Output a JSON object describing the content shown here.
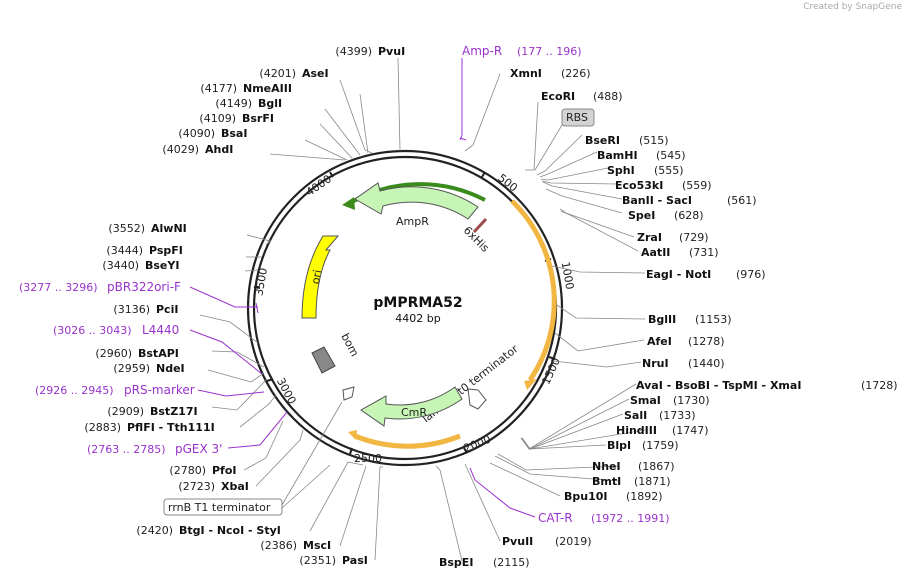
{
  "credit": "Created by SnapGene",
  "plasmid": {
    "name": "pMPRMA52",
    "length": "4402 bp"
  },
  "ticks": [
    "500",
    "1000",
    "1500",
    "2000",
    "2500",
    "3000",
    "3500",
    "4000"
  ],
  "features": {
    "amp": "AmpR",
    "his": "6xHis",
    "ori": "ori",
    "bom": "bom",
    "lambda": "lambda t0 terminator",
    "cmr": "CmR"
  },
  "colors": {
    "amp_arrow": "#c6f5b6",
    "orf": "#f2b742",
    "ori": "#ffff00",
    "bom": "#888888",
    "primer": "#9933cc"
  },
  "left_sites": [
    {
      "pos": "(4399)",
      "name": "PvuI"
    },
    {
      "pos": "(4201)",
      "name": "AseI"
    },
    {
      "pos": "(4177)",
      "name": "NmeAIII"
    },
    {
      "pos": "(4149)",
      "name": "BglI"
    },
    {
      "pos": "(4109)",
      "name": "BsrFI"
    },
    {
      "pos": "(4090)",
      "name": "BsaI"
    },
    {
      "pos": "(4029)",
      "name": "AhdI"
    },
    {
      "pos": "(3552)",
      "name": "AlwNI"
    },
    {
      "pos": "(3444)",
      "name": "PspFI"
    },
    {
      "pos": "(3440)",
      "name": "BseYI"
    },
    {
      "pos": "(3136)",
      "name": "PciI"
    },
    {
      "pos": "(2960)",
      "name": "BstAPI"
    },
    {
      "pos": "(2959)",
      "name": "NdeI"
    },
    {
      "pos": "(2909)",
      "name": "BstZ17I"
    },
    {
      "pos": "(2883)",
      "name": "PflFI - Tth111I"
    },
    {
      "pos": "(2780)",
      "name": "PfoI"
    },
    {
      "pos": "(2723)",
      "name": "XbaI"
    },
    {
      "pos": "(2420)",
      "name": "BtgI - NcoI - StyI"
    },
    {
      "pos": "(2386)",
      "name": "MscI"
    },
    {
      "pos": "(2351)",
      "name": "PasI"
    }
  ],
  "right_sites": [
    {
      "name": "XmnI",
      "pos": "(226)"
    },
    {
      "name": "EcoRI",
      "pos": "(488)"
    },
    {
      "name": "BseRI",
      "pos": "(515)"
    },
    {
      "name": "BamHI",
      "pos": "(545)"
    },
    {
      "name": "SphI",
      "pos": "(555)"
    },
    {
      "name": "Eco53kI",
      "pos": "(559)"
    },
    {
      "name": "BanII - SacI",
      "pos": "(561)"
    },
    {
      "name": "SpeI",
      "pos": "(628)"
    },
    {
      "name": "ZraI",
      "pos": "(729)"
    },
    {
      "name": "AatII",
      "pos": "(731)"
    },
    {
      "name": "EagI - NotI",
      "pos": "(976)"
    },
    {
      "name": "BglII",
      "pos": "(1153)"
    },
    {
      "name": "AfeI",
      "pos": "(1278)"
    },
    {
      "name": "NruI",
      "pos": "(1440)"
    },
    {
      "name": "AvaI - BsoBI - TspMI - XmaI",
      "pos": "(1728)"
    },
    {
      "name": "SmaI",
      "pos": "(1730)"
    },
    {
      "name": "SalI",
      "pos": "(1733)"
    },
    {
      "name": "HindIII",
      "pos": "(1747)"
    },
    {
      "name": "BlpI",
      "pos": "(1759)"
    },
    {
      "name": "NheI",
      "pos": "(1867)"
    },
    {
      "name": "BmtI",
      "pos": "(1871)"
    },
    {
      "name": "Bpu10I",
      "pos": "(1892)"
    },
    {
      "name": "PvuII",
      "pos": "(2019)"
    },
    {
      "name": "BspEI",
      "pos": "(2115)"
    }
  ],
  "primers": [
    {
      "name": "Amp-R",
      "range": "(177 .. 196)"
    },
    {
      "name": "pBR322ori-F",
      "range": "(3277 .. 3296)"
    },
    {
      "name": "L4440",
      "range": "(3026 .. 3043)"
    },
    {
      "name": "pRS-marker",
      "range": "(2926 .. 2945)"
    },
    {
      "name": "pGEX 3'",
      "range": "(2763 .. 2785)"
    },
    {
      "name": "CAT-R",
      "range": "(1972 .. 1991)"
    }
  ],
  "boxes": {
    "rbs": "RBS",
    "rrnb": "rrnB T1 terminator"
  }
}
